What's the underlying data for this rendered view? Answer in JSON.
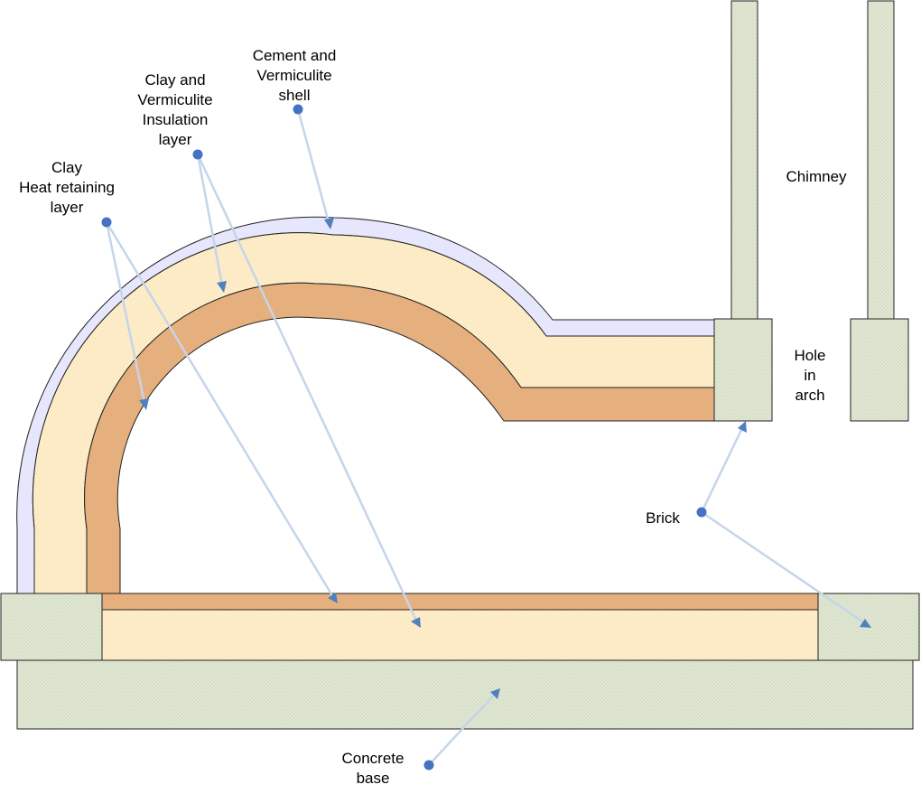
{
  "colors": {
    "brick": "#e1e8d4",
    "brick_hatch": "#c9d2b8",
    "clay": "#e6b07e",
    "insulation": "#fff0cc",
    "insulation_hatch": "#f6dcb0",
    "shell": "#e6e6fc",
    "outline": "#222222",
    "leader": "#c5d5ea",
    "arrowhead": "#4f81bd",
    "dot": "#4472c4"
  },
  "labels": {
    "shell": [
      "Cement and",
      "Vermiculite",
      "shell"
    ],
    "insulation": [
      "Clay and",
      "Vermiculite",
      "Insulation",
      "layer"
    ],
    "heat": [
      "Clay",
      "Heat retaining",
      "layer"
    ],
    "chimney": "Chimney",
    "hole": [
      "Hole",
      "in",
      "arch"
    ],
    "brick": "Brick",
    "concrete": [
      "Concrete",
      "base"
    ]
  }
}
